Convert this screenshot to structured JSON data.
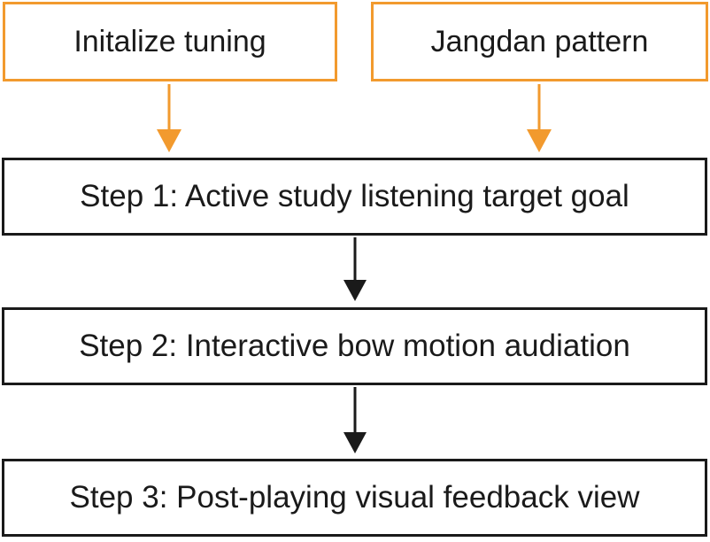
{
  "colors": {
    "input_border": "#f29a2e",
    "input_arrow": "#f29a2e",
    "step_border": "#1a1a1a",
    "step_arrow": "#1a1a1a",
    "text": "#1a1a1a"
  },
  "inputs": [
    {
      "label": "Initalize tuning"
    },
    {
      "label": "Jangdan pattern"
    }
  ],
  "steps": [
    {
      "label": "Step 1: Active study listening target goal"
    },
    {
      "label": "Step 2: Interactive bow motion audiation"
    },
    {
      "label": "Step 3: Post-playing visual feedback view"
    }
  ]
}
